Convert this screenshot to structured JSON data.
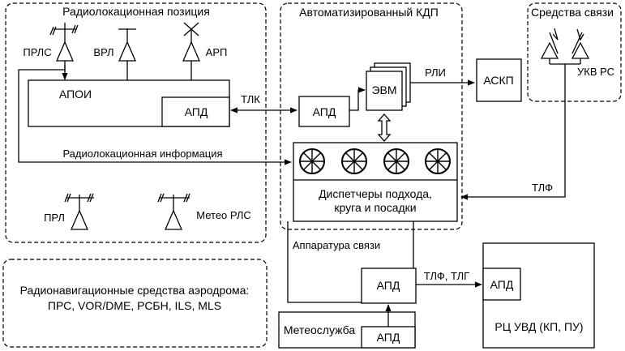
{
  "regions": {
    "radar_position": "Радиолокационная позиция",
    "automated_kdp": "Автоматизированный КДП",
    "comm_means": "Средства связи",
    "radionav": {
      "line1": "Радионавигационные средства аэродрома:",
      "line2": "ПРС, VOR/DME, РСБН, ILS, MLS"
    }
  },
  "antennas": {
    "prls": "ПРЛС",
    "vrl": "ВРЛ",
    "arp": "АРП",
    "prl": "ПРЛ",
    "meteo_rls": "Метео РЛС",
    "ukv_rs": "УКВ РС"
  },
  "blocks": {
    "apoi": "АПОИ",
    "apd": "АПД",
    "evm": "ЭВМ",
    "askp": "АСКП",
    "dispatchers_line1": "Диспетчеры подхода,",
    "dispatchers_line2": "круга и посадки",
    "meteo_service": "Метеослужба",
    "rc_uvd": "РЦ УВД (КП, ПУ)"
  },
  "links": {
    "tlk": "ТЛК",
    "rli": "РЛИ",
    "radar_info": "Радиолокационная информация",
    "tlf": "ТЛФ",
    "comm_equipment": "Аппаратура связи",
    "tlf_tlg": "ТЛФ, ТЛГ"
  }
}
